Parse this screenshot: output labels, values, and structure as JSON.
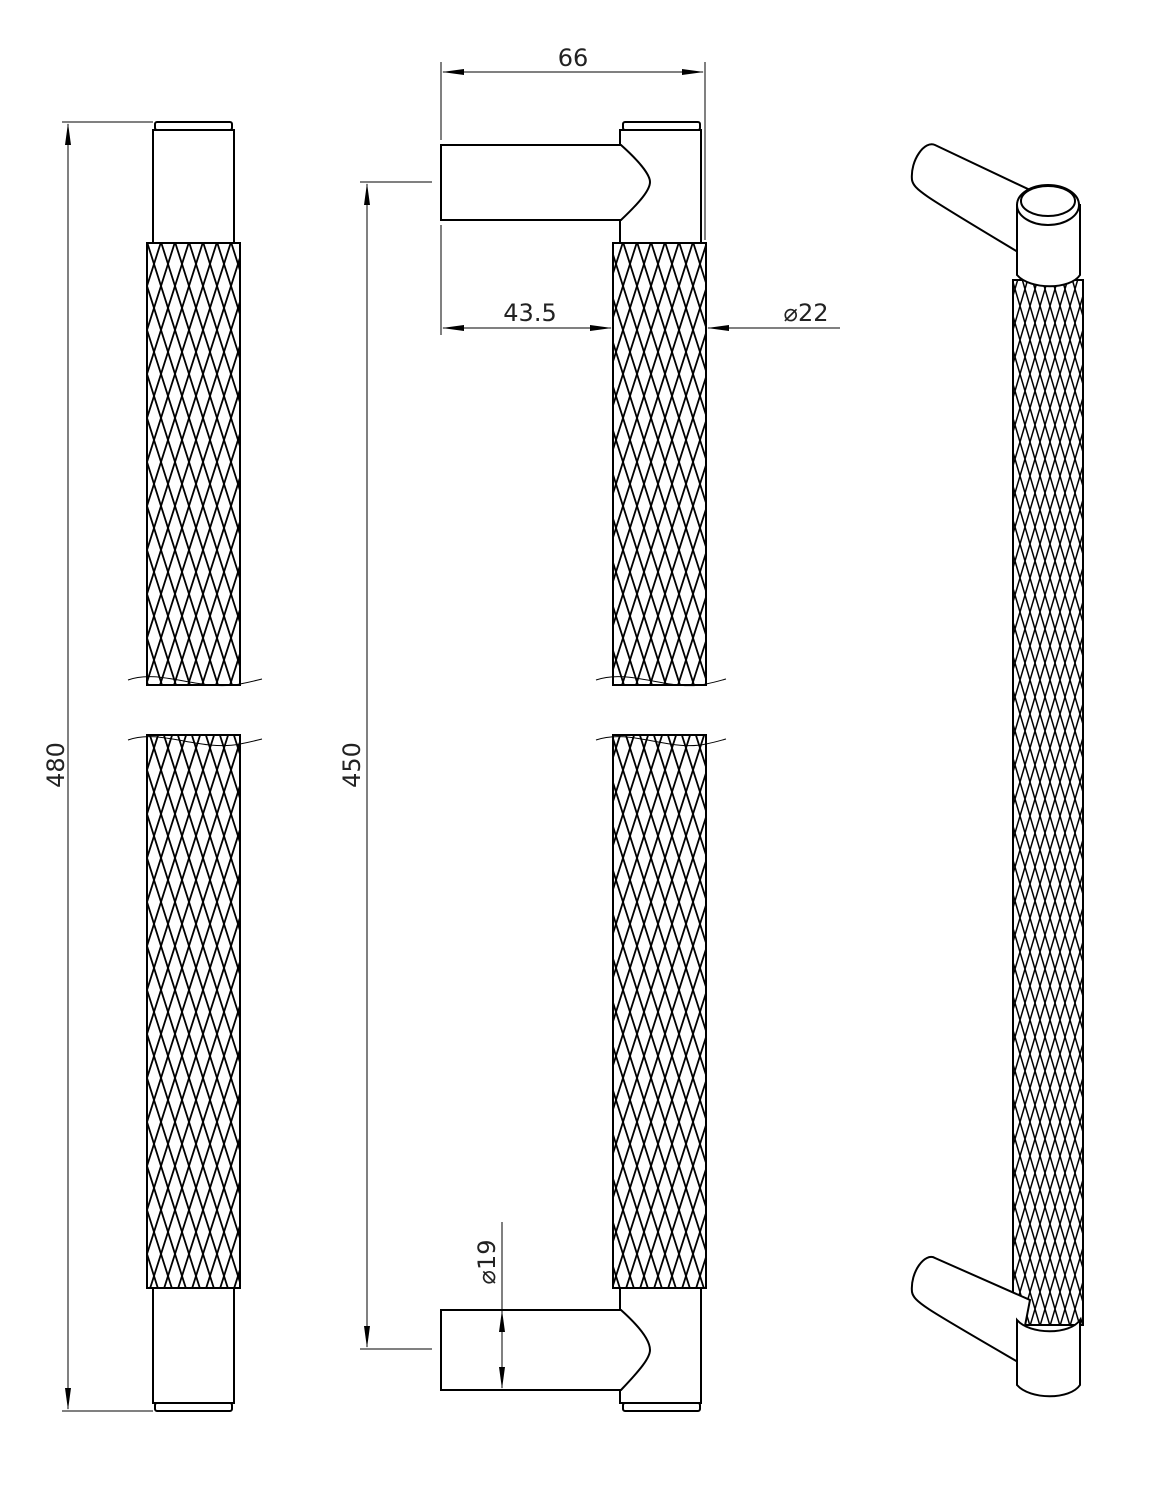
{
  "drawing": {
    "dimensions": {
      "overall_length": "480",
      "center_to_center": "450",
      "projection": "66",
      "leg_offset": "43.5",
      "bar_diameter": "⌀22",
      "leg_diameter": "⌀19"
    },
    "views": [
      "front-view",
      "side-view",
      "isometric-view"
    ]
  }
}
